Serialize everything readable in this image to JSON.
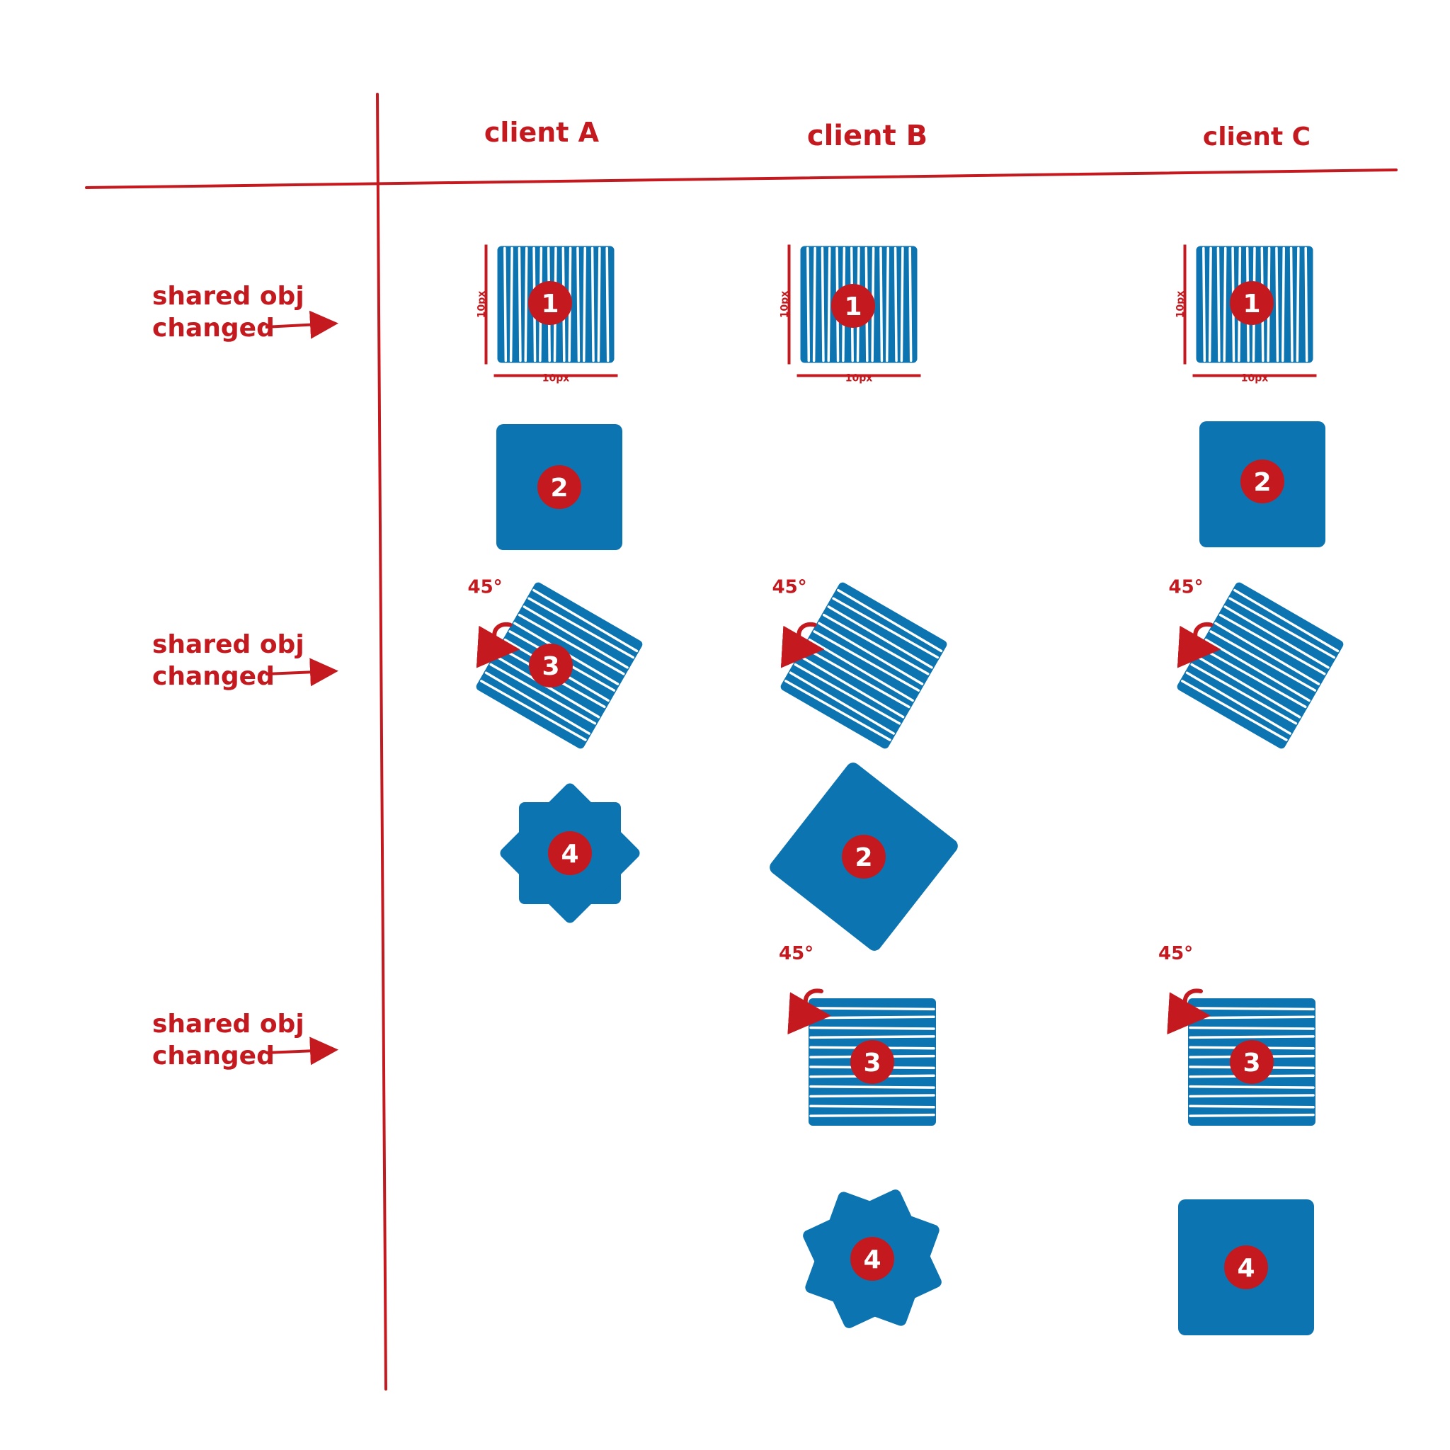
{
  "colors": {
    "ink": "#c41a1f",
    "shape": "#0c74b0",
    "badge": "#c41a1f",
    "stripe": "#ffffff"
  },
  "columns": [
    "client A",
    "client B",
    "client C"
  ],
  "row_labels": [
    {
      "line1": "shared obj",
      "line2": "changed"
    },
    {
      "line1": "shared obj",
      "line2": "changed"
    },
    {
      "line1": "shared obj",
      "line2": "changed"
    }
  ],
  "dimension_label": "10px",
  "rotation_label": "45°",
  "shapes": [
    {
      "client": "client A",
      "number": "1",
      "kind": "vertical-stripes",
      "rotation": 0,
      "dimensions": true
    },
    {
      "client": "client B",
      "number": "1",
      "kind": "vertical-stripes",
      "rotation": 0,
      "dimensions": true
    },
    {
      "client": "client C",
      "number": "1",
      "kind": "vertical-stripes",
      "rotation": 0,
      "dimensions": true
    },
    {
      "client": "client A",
      "number": "2",
      "kind": "solid-square",
      "rotation": 0
    },
    {
      "client": "client C",
      "number": "2",
      "kind": "solid-square",
      "rotation": 0
    },
    {
      "client": "client A",
      "number": "3",
      "kind": "horizontal-stripes",
      "rotation": 30,
      "rotation_mark": true
    },
    {
      "client": "client B",
      "number": "",
      "kind": "horizontal-stripes",
      "rotation": 30,
      "rotation_mark": true
    },
    {
      "client": "client C",
      "number": "",
      "kind": "horizontal-stripes",
      "rotation": 30,
      "rotation_mark": true
    },
    {
      "client": "client A",
      "number": "4",
      "kind": "star",
      "rotation": 0
    },
    {
      "client": "client B",
      "number": "2",
      "kind": "solid-square",
      "rotation": 38
    },
    {
      "client": "client B",
      "number": "3",
      "kind": "horizontal-stripes",
      "rotation": 0,
      "rotation_mark": true
    },
    {
      "client": "client C",
      "number": "3",
      "kind": "horizontal-stripes",
      "rotation": 0,
      "rotation_mark": true
    },
    {
      "client": "client B",
      "number": "4",
      "kind": "star",
      "rotation": 20
    },
    {
      "client": "client C",
      "number": "4",
      "kind": "solid-square",
      "rotation": 0
    }
  ]
}
